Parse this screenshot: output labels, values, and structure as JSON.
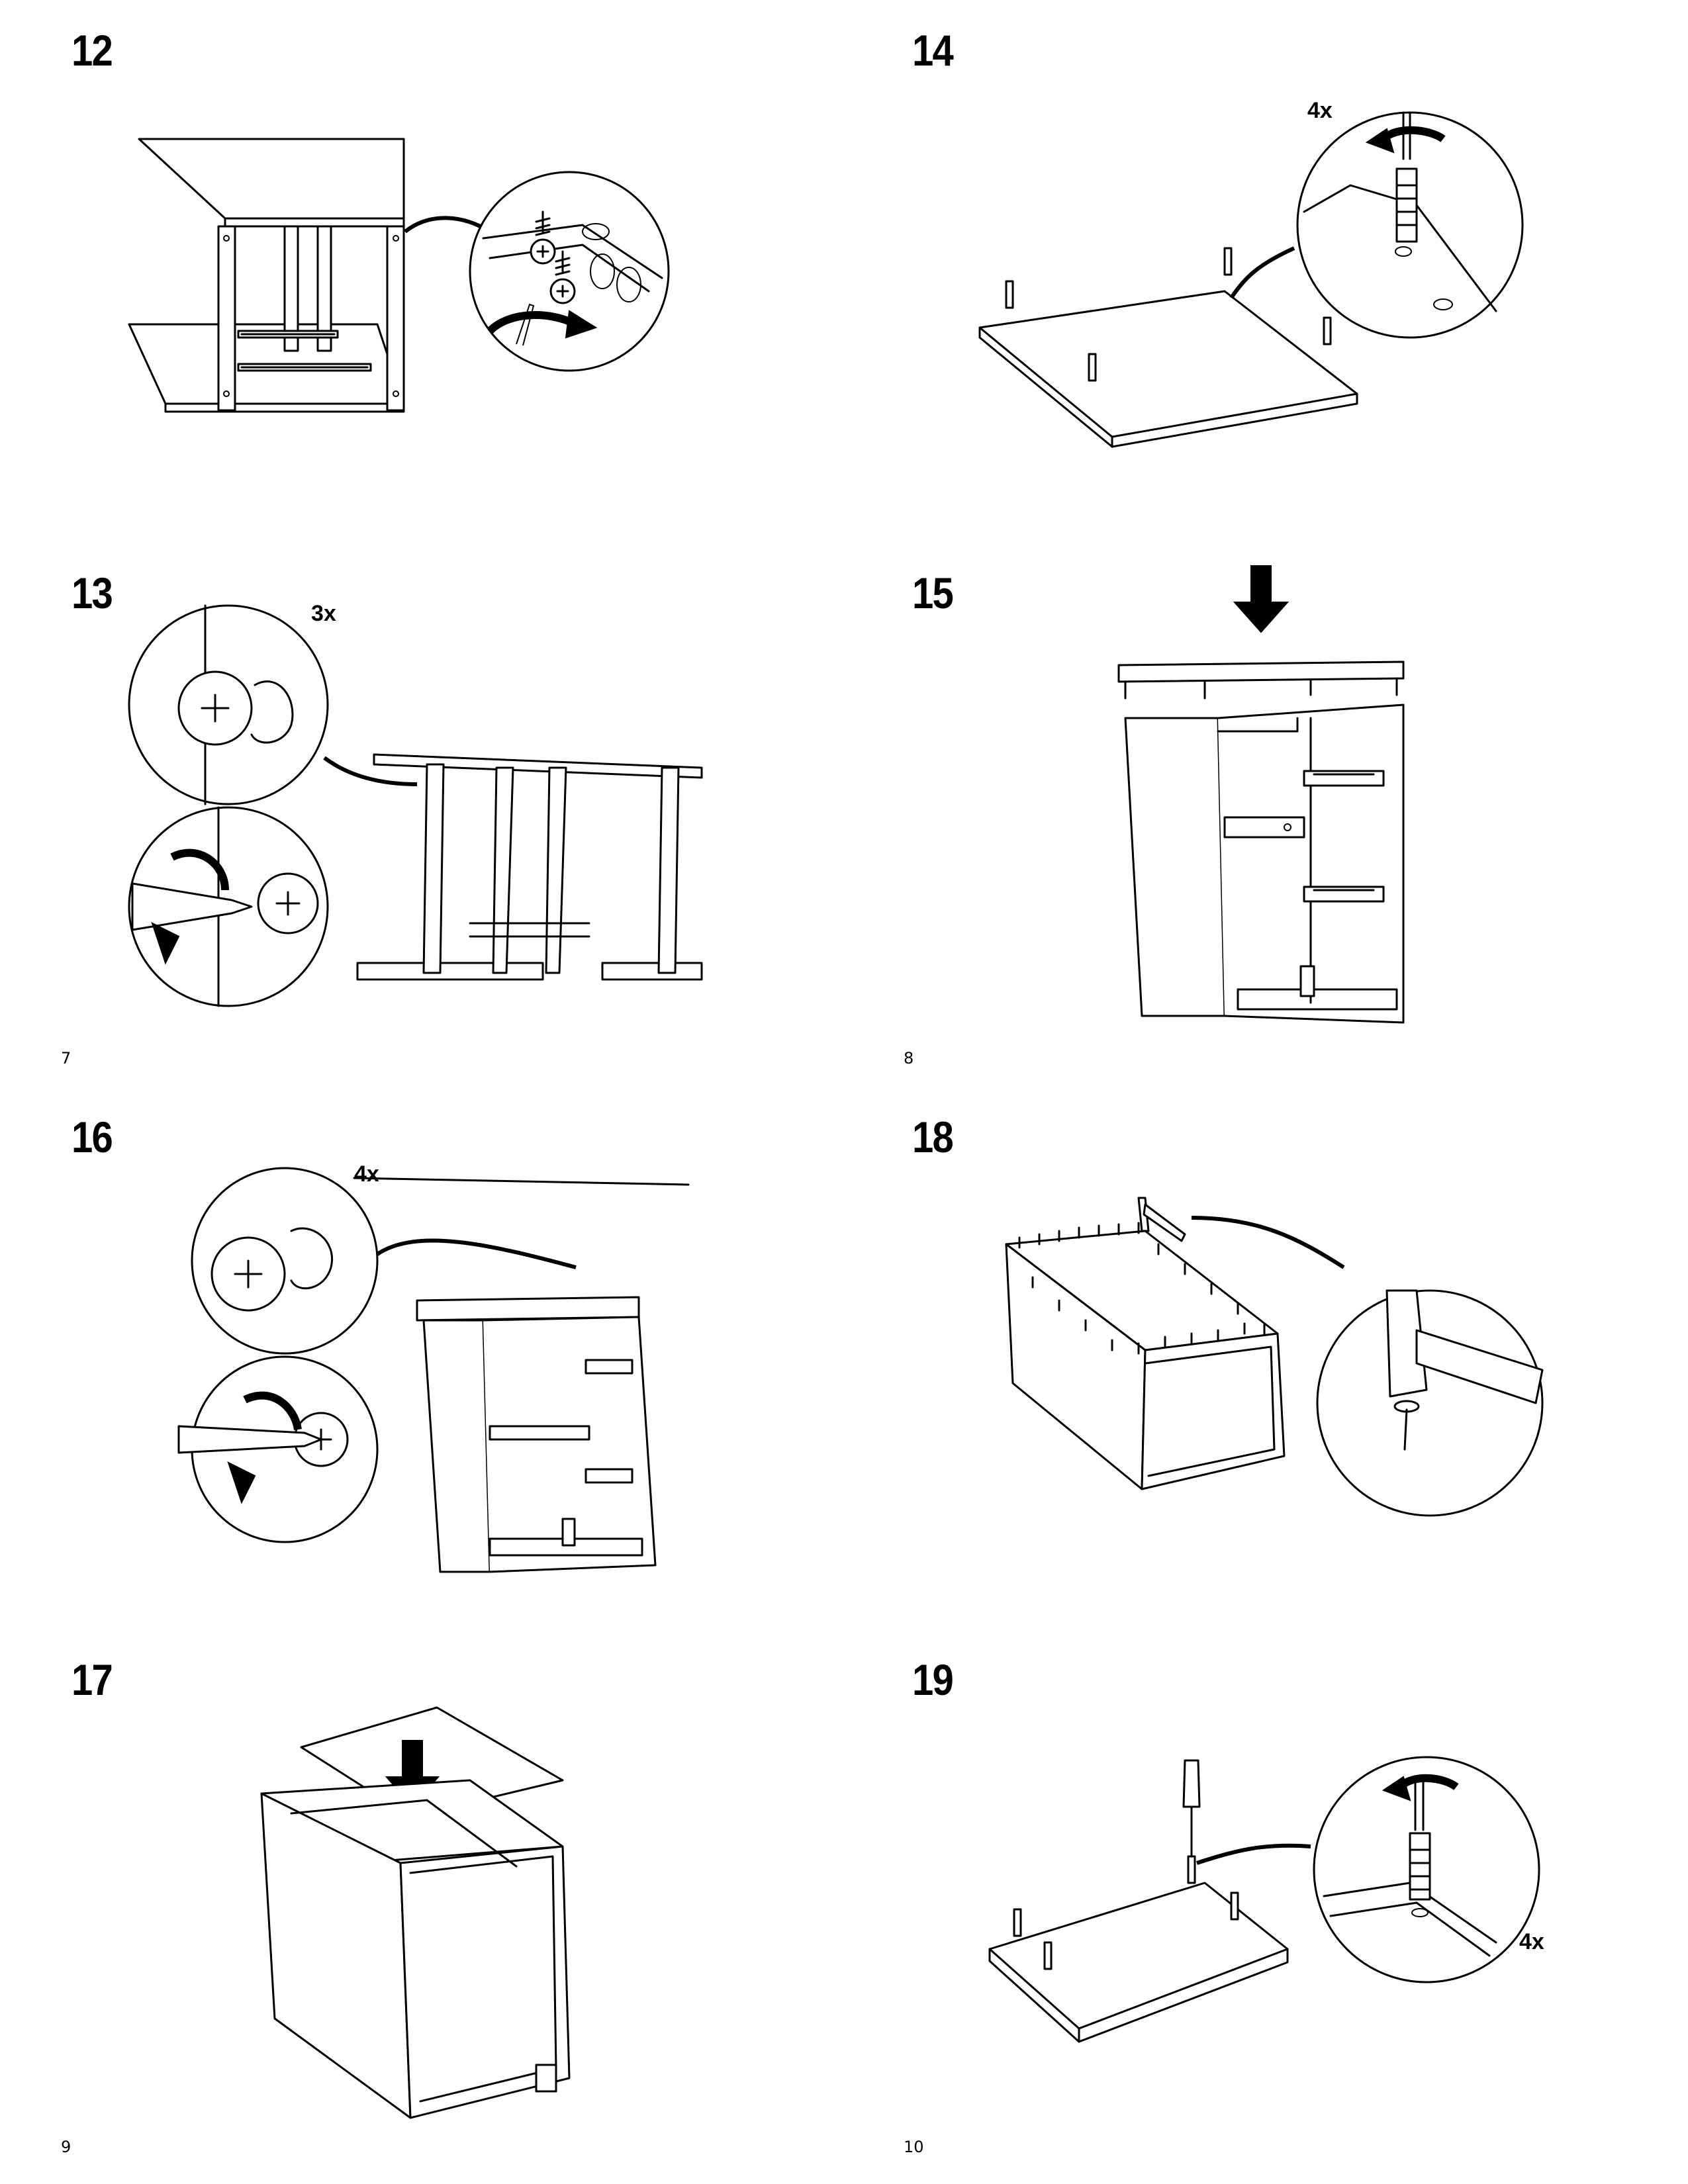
{
  "pages": [
    {
      "number": "7"
    },
    {
      "number": "8"
    },
    {
      "number": "9"
    },
    {
      "number": "10"
    }
  ],
  "steps": {
    "s12": {
      "number": "12"
    },
    "s13": {
      "number": "13",
      "quantity": "3x"
    },
    "s14": {
      "number": "14",
      "quantity": "4x"
    },
    "s15": {
      "number": "15"
    },
    "s16": {
      "number": "16",
      "quantity": "4x"
    },
    "s17": {
      "number": "17"
    },
    "s18": {
      "number": "18"
    },
    "s19": {
      "number": "19",
      "quantity": "4x"
    }
  },
  "icons": [
    "screwdriver-icon",
    "cam-lock-icon",
    "dowel-icon",
    "hammer-icon",
    "nail-icon",
    "arrow-down-icon",
    "rotate-arrow-icon"
  ]
}
